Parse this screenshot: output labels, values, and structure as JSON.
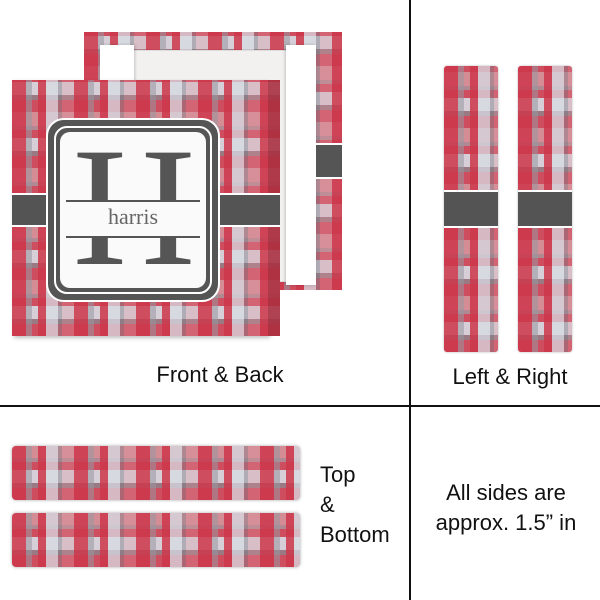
{
  "panels": {
    "front_back": {
      "label": "Front & Back",
      "monogram": {
        "letter": "H",
        "name": "harris"
      }
    },
    "left_right": {
      "label": "Left & Right"
    },
    "top_bottom": {
      "label_line1": "Top",
      "label_line2": "&",
      "label_line3": "Bottom"
    },
    "note": {
      "line1": "All sides are",
      "line2": "approx. 1.5” in"
    }
  },
  "colors": {
    "plaid_red": "#cd374b",
    "plaid_pink": "#d0868f",
    "plaid_gray": "#9a9aa2",
    "plaid_light": "#d7dce4",
    "band_dark": "#545454",
    "divider": "#111111"
  }
}
